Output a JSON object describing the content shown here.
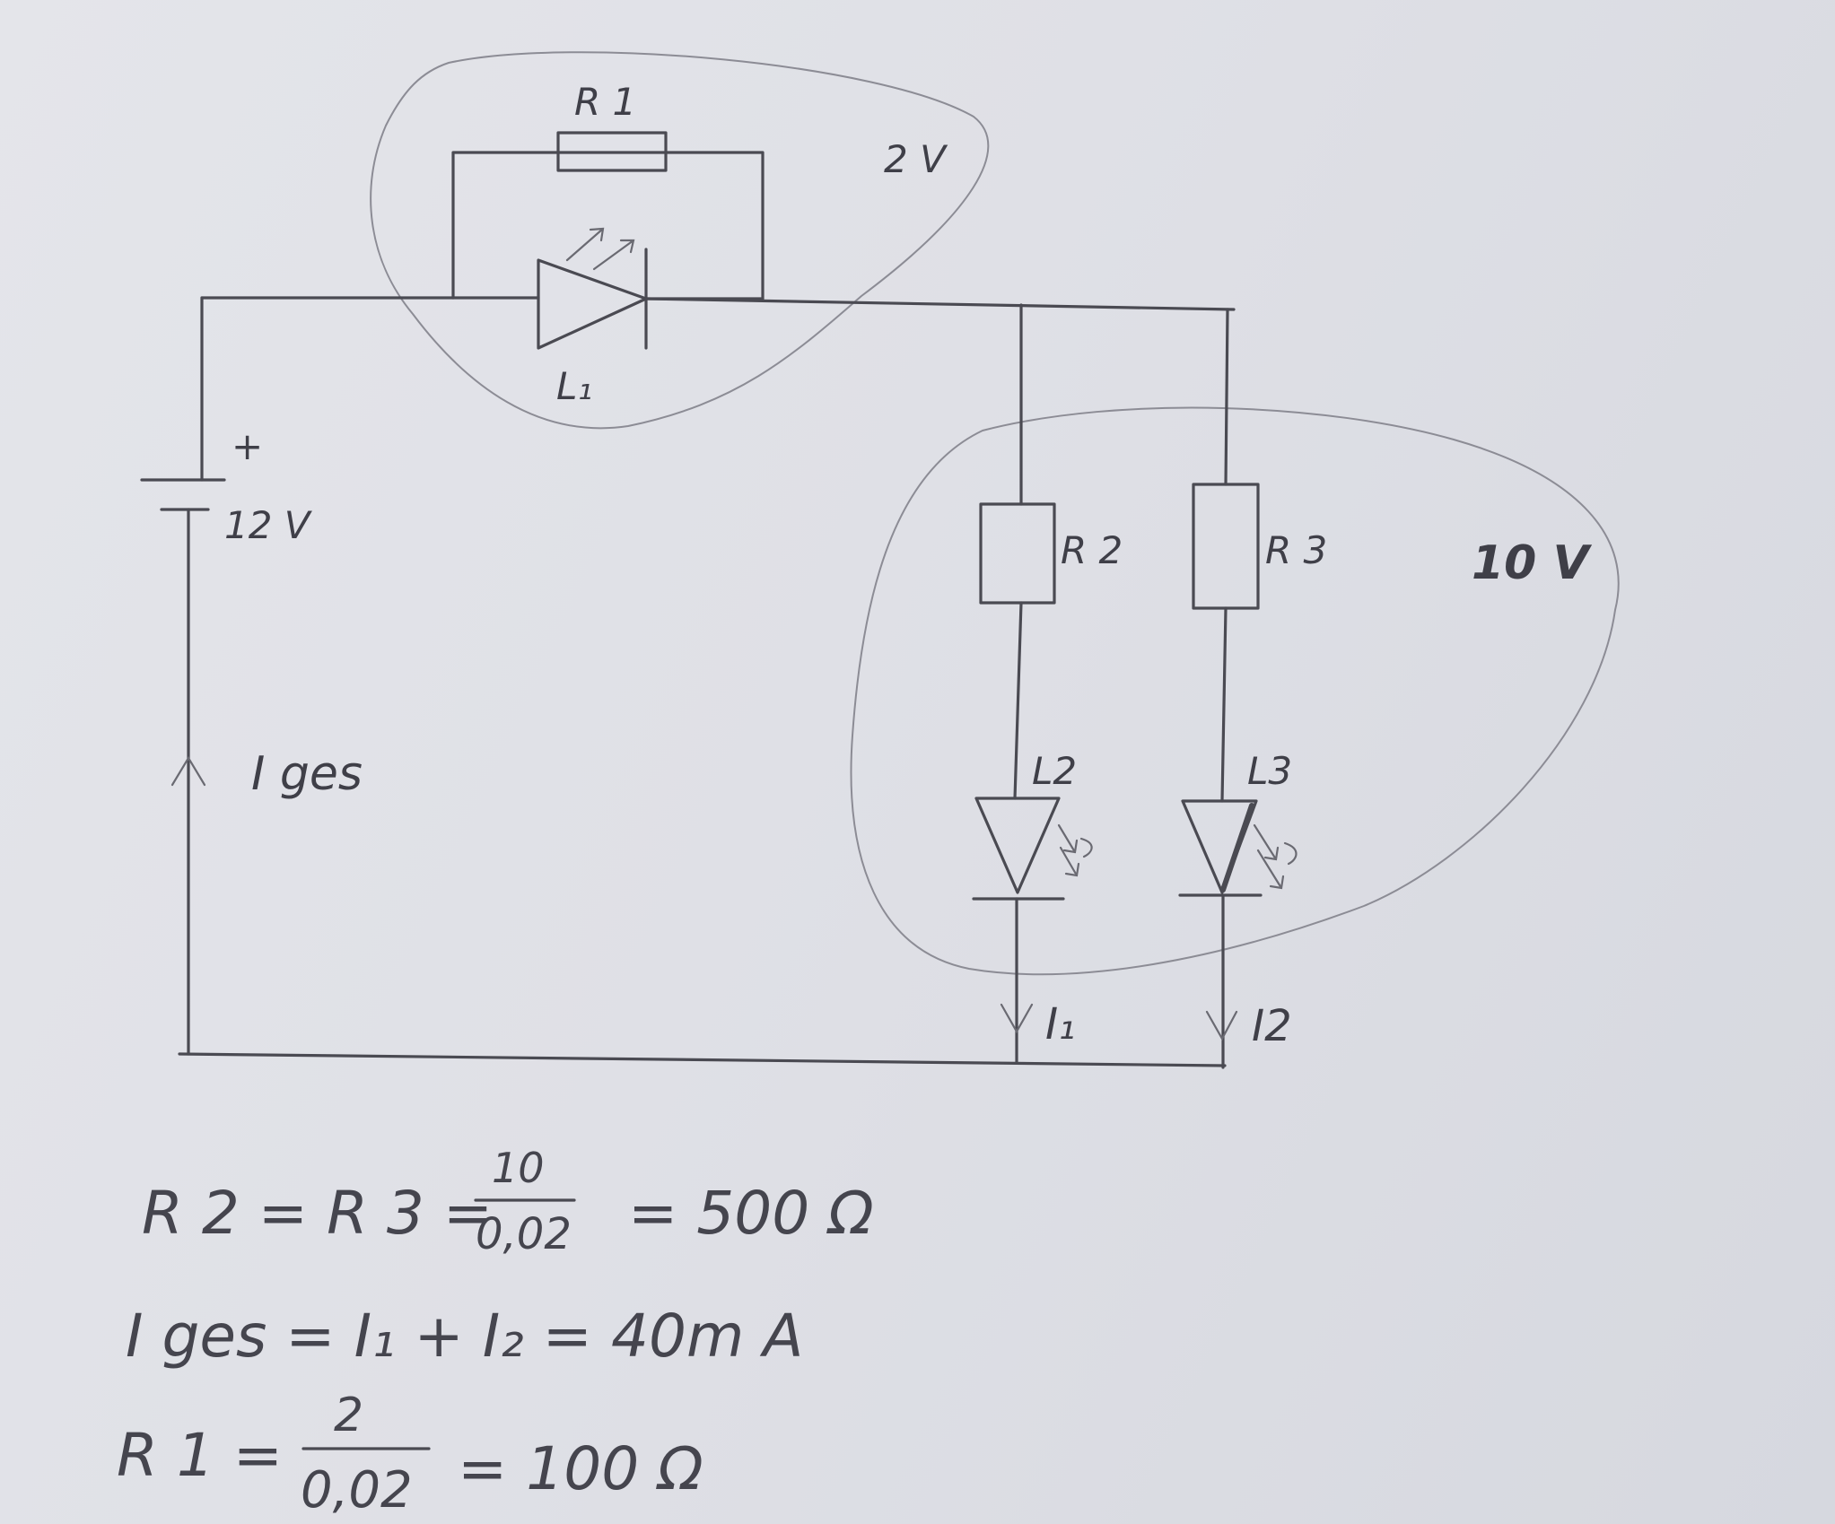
{
  "labels": {
    "r1": "R 1",
    "r2": "R 2",
    "r3": "R 3",
    "l1": "L₁",
    "l2": "L2",
    "l3": "L3",
    "battery_plus": "+",
    "battery_voltage": "12 V",
    "zone_top_voltage": "2 V",
    "zone_right_voltage": "10 V",
    "i_total": "I ges",
    "i1": "I₁",
    "i2": "I2"
  },
  "equations": {
    "eq1_left": "R 2 = R 3 =",
    "eq1_num": "10",
    "eq1_den": "0,02",
    "eq1_right": "= 500 Ω",
    "eq2": "I ges = I₁ + I₂ = 40m A",
    "eq3_left": "R 1 =",
    "eq3_num": "2",
    "eq3_den": "0,02",
    "eq3_right": "= 100 Ω"
  },
  "colors": {
    "paper": "#dcdde3",
    "pencil": "#4a4a52"
  }
}
